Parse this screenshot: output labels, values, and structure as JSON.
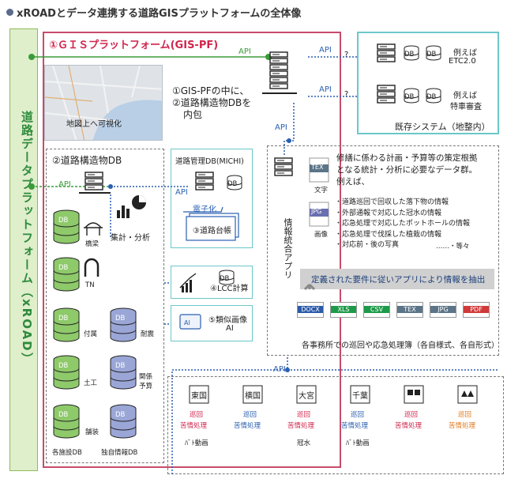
{
  "page_title": "xROADとデータ連携する道路GISプラットフォームの全体像",
  "xroad_label": "道路データプラットフォーム（xROAD）",
  "gis_pf": {
    "title": "①ＧＩＳプラットフォーム(GIS-PF)",
    "map_label": "地図上へ可視化",
    "note_line1": "①GIS-PFの中に、",
    "note_line2": "②道路構造物DBを",
    "note_line3": "内包"
  },
  "api_label": "API",
  "question_mark": "?",
  "existing_systems": {
    "label": "既存システム（地整内）",
    "item1_line1": "例えば",
    "item1_line2": "ETC2.0",
    "item2_line1": "例えば",
    "item2_line2": "特車審査"
  },
  "road_db": {
    "title": "②道路構造物DB",
    "analysis": "集計・分析",
    "db": "DB",
    "bridge": "橋梁",
    "tunnel": "TN",
    "attached": "付属",
    "seismic": "耐震",
    "earthwork": "土工",
    "budget_line1": "関係",
    "budget_line2": "予算",
    "pavement": "舗装",
    "facility_db": "各施設DB",
    "own_db": "独自情報DB"
  },
  "michi": {
    "title": "道路管理DB(MICHI)",
    "digitize": "電子化",
    "ledger": "③道路台帳"
  },
  "lcc": {
    "label": "④LCC計算"
  },
  "ai": {
    "line1": "⑤類似画像",
    "line2": "AI"
  },
  "app": {
    "vertical": "情報統合アプリ",
    "desc_line1": "修繕に係わる計画・予算等の策定根拠",
    "desc_line2": "となる統計・分析に必要なデータ群。",
    "desc_line3": "例えば、",
    "tex": "TEX",
    "tex_caption": "文字",
    "jpg": "JPG",
    "jpg_caption": "画像",
    "items": [
      "・道路巡回で回収した落下物の情報",
      "・外部通報で対応した冠水の情報",
      "・応急処理で対応したポットホールの情報",
      "・応急処理で伐採した植栽の情報",
      "・対応前・後の写真"
    ],
    "etc": "……・等々",
    "extract": "定義された要件に従いアプリにより情報を抽出",
    "formats": [
      "DOCX",
      "XLS",
      "CSV",
      "TEX",
      "JPG",
      "PDF"
    ],
    "ledger_caption": "各事務所での巡回や応急処理簿（各自様式、各自形式）"
  },
  "offices": [
    {
      "name": "東国",
      "patrol": "巡回",
      "complaint": "苦情処理",
      "bottom": "ﾊﾞﾄ動画"
    },
    {
      "name": "横国",
      "patrol": "巡回",
      "complaint": "苦情処理",
      "bottom": ""
    },
    {
      "name": "大宮",
      "patrol": "巡回",
      "complaint": "苦情処理",
      "bottom": "冠水"
    },
    {
      "name": "千葉",
      "patrol": "巡回",
      "complaint": "苦情処理",
      "bottom": "ﾊﾞﾄ動画"
    },
    {
      "name": "",
      "patrol": "巡回",
      "complaint": "苦情処理",
      "bottom": ""
    },
    {
      "name": "",
      "patrol": "巡回",
      "complaint": "苦情処理",
      "bottom": ""
    }
  ],
  "colors": {
    "xroad_green": "#2e8b3d",
    "gis_red": "#d0264d",
    "api_blue": "#2a5fb0",
    "db_green": "#8ec96a",
    "db_purple": "#9aa6d6",
    "teal_border": "#6cc7c9",
    "docx": "#2b5aa8",
    "xls": "#1e9a4a",
    "csv": "#1e9a4a",
    "tex": "#5b7488",
    "jpg": "#5b7488",
    "pdf": "#d03a3a"
  }
}
